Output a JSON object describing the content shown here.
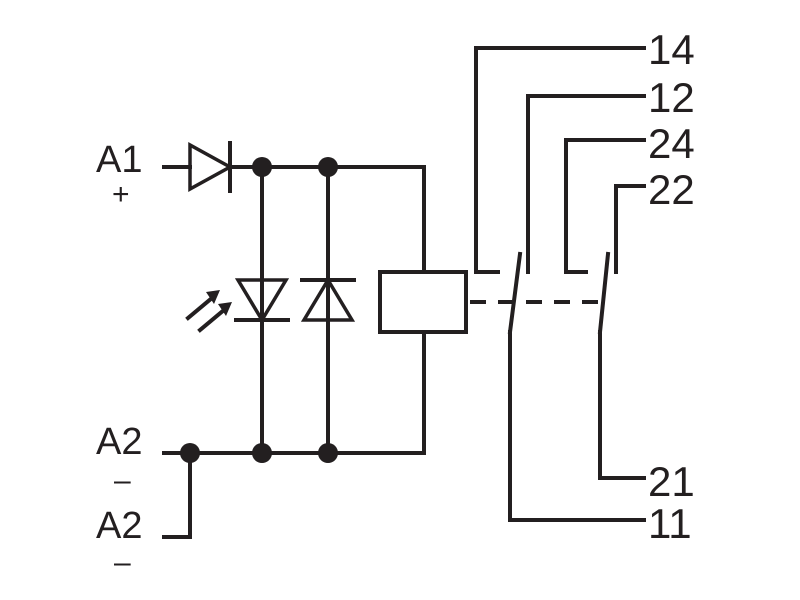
{
  "inputs": {
    "a1": {
      "label": "A1",
      "sign": "+"
    },
    "a2_top": {
      "label": "A2",
      "sign": "–"
    },
    "a2_bottom": {
      "label": "A2",
      "sign": "–"
    }
  },
  "contacts": {
    "c14": "14",
    "c12": "12",
    "c24": "24",
    "c22": "22",
    "c21": "21",
    "c11": "11"
  },
  "colors": {
    "line": "#231f20",
    "background": "#ffffff"
  }
}
